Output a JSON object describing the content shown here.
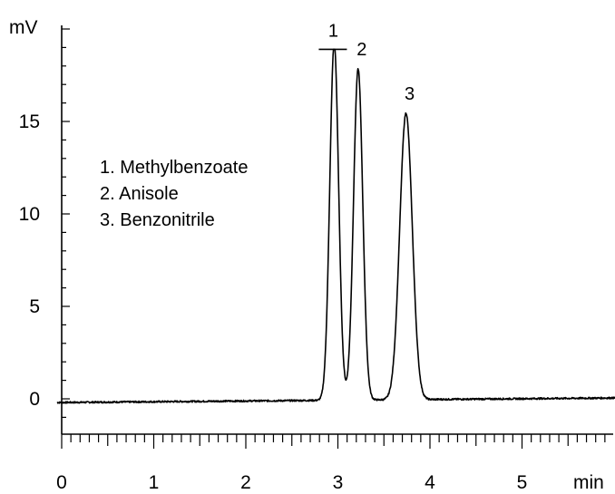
{
  "chart_data": {
    "type": "line",
    "title": "",
    "xlabel": "min",
    "ylabel": "mV",
    "xlim": [
      0,
      6.0
    ],
    "ylim": [
      -1.8,
      20.5
    ],
    "x_ticks": [
      0,
      1,
      2,
      3,
      4,
      5
    ],
    "y_ticks": [
      0,
      5,
      10,
      15
    ],
    "grid": false,
    "legend": {
      "position": "upper-left",
      "entries": [
        "1. Methylbenzoate",
        "2. Anisole",
        "3. Benzonitrile"
      ]
    },
    "baseline": {
      "start_mv": -0.2,
      "end_mv": 0.05
    },
    "peaks": [
      {
        "label": "1",
        "compound": "Methylbenzoate",
        "retention_time_min": 2.96,
        "height_mv": 19.3,
        "width_sigma_min": 0.048,
        "clipped_at_mv": 18.9
      },
      {
        "label": "2",
        "compound": "Anisole",
        "retention_time_min": 3.22,
        "height_mv": 17.9,
        "width_sigma_min": 0.05
      },
      {
        "label": "3",
        "compound": "Benzonitrile",
        "retention_time_min": 3.74,
        "height_mv": 15.5,
        "width_sigma_min": 0.068
      }
    ],
    "series": [
      {
        "x_range": [
          -0.05,
          6.05
        ]
      }
    ]
  }
}
